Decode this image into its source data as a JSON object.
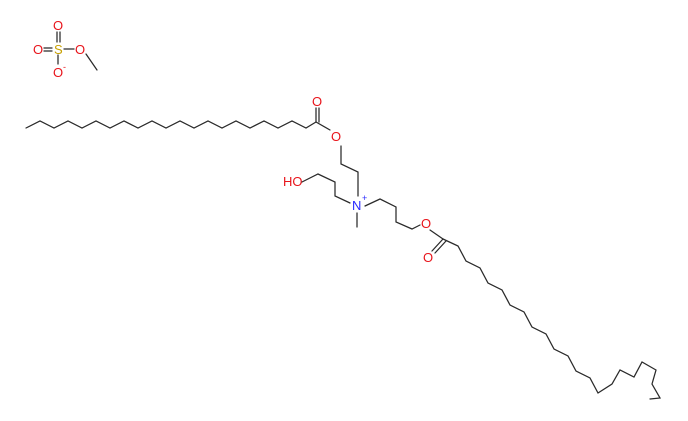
{
  "molecule": {
    "atoms": {
      "sulfate_o_top": "O",
      "sulfate_o_left": "O",
      "sulfate_s": "S",
      "sulfate_o_right": "O",
      "sulfate_o_bottom": "O",
      "sulfate_charge": "-",
      "ester1_carbonyl_o": "O",
      "ester1_o": "O",
      "hydroxyl": "HO",
      "nitrogen": "N",
      "nitrogen_charge": "+",
      "ester2_o": "O",
      "ester2_carbonyl_o": "O"
    },
    "colors": {
      "bond": "#2a2a2a",
      "oxygen": "#e8141b",
      "sulfur": "#c8a000",
      "nitrogen": "#2a2aff"
    }
  }
}
